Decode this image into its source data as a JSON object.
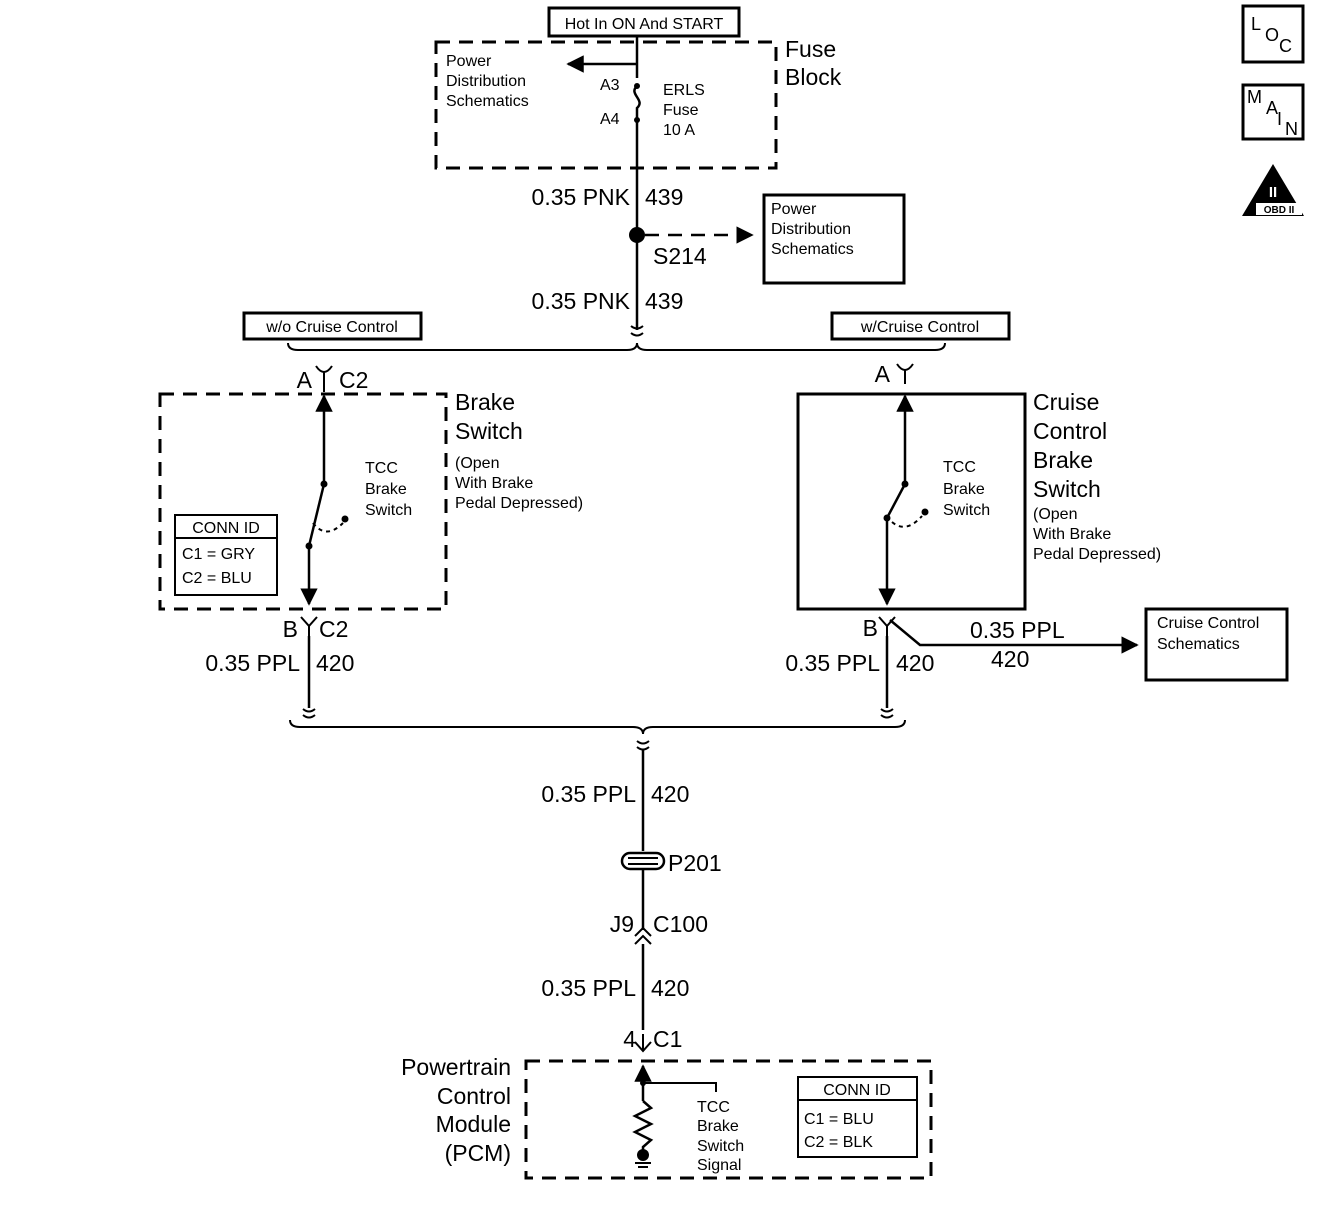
{
  "header": {
    "hot_label": "Hot In ON And START"
  },
  "fuse_block": {
    "title_line1": "Fuse",
    "title_line2": "Block",
    "pd_line1": "Power",
    "pd_line2": "Distribution",
    "pd_line3": "Schematics",
    "pin_a3": "A3",
    "pin_a4": "A4",
    "fuse_line1": "ERLS",
    "fuse_line2": "Fuse",
    "fuse_line3": "10 A"
  },
  "wire_top_1": {
    "size_color": "0.35 PNK",
    "circuit": "439"
  },
  "splice": {
    "name": "S214"
  },
  "pd_box": {
    "line1": "Power",
    "line2": "Distribution",
    "line3": "Schematics"
  },
  "wire_top_2": {
    "size_color": "0.35 PNK",
    "circuit": "439"
  },
  "variants": {
    "left": "w/o Cruise Control",
    "right": "w/Cruise Control"
  },
  "brake_switch": {
    "pin_top": "A",
    "conn_top": "C2",
    "title_line1": "Brake",
    "title_line2": "Switch",
    "note_line1": "(Open",
    "note_line2": "With Brake",
    "note_line3": "Pedal Depressed)",
    "tcc_line1": "TCC",
    "tcc_line2": "Brake",
    "tcc_line3": "Switch",
    "conn_id_title": "CONN ID",
    "conn_id_c1": "C1 = GRY",
    "conn_id_c2": "C2 = BLU",
    "pin_bottom": "B",
    "conn_bottom": "C2",
    "wire_size_color": "0.35 PPL",
    "wire_circuit": "420"
  },
  "cruise_switch": {
    "pin_top": "A",
    "title_line1": "Cruise",
    "title_line2": "Control",
    "title_line3": "Brake",
    "title_line4": "Switch",
    "note_line1": "(Open",
    "note_line2": "With Brake",
    "note_line3": "Pedal Depressed)",
    "tcc_line1": "TCC",
    "tcc_line2": "Brake",
    "tcc_line3": "Switch",
    "pin_bottom": "B",
    "wire_size_color": "0.35 PPL",
    "wire_circuit": "420",
    "branch_size_color": "0.35 PPL",
    "branch_circuit": "420",
    "cc_box_line1": "Cruise Control",
    "cc_box_line2": "Schematics"
  },
  "wire_mid": {
    "size_color": "0.35 PPL",
    "circuit": "420"
  },
  "passthrough": {
    "name": "P201"
  },
  "connector_c100": {
    "pin": "J9",
    "name": "C100"
  },
  "wire_low": {
    "size_color": "0.35 PPL",
    "circuit": "420"
  },
  "pcm": {
    "pin": "4",
    "conn": "C1",
    "title_line1": "Powertrain",
    "title_line2": "Control",
    "title_line3": "Module",
    "title_line4": "(PCM)",
    "signal_line1": "TCC",
    "signal_line2": "Brake",
    "signal_line3": "Switch",
    "signal_line4": "Signal",
    "conn_id_title": "CONN ID",
    "conn_id_c1": "C1 = BLU",
    "conn_id_c2": "C2 = BLK"
  },
  "nav_icons": {
    "loc": {
      "l": "L",
      "o": "O",
      "c": "C"
    },
    "main": {
      "m": "M",
      "a": "A",
      "i": "I",
      "n": "N"
    },
    "obd": {
      "numeral": "II",
      "label": "OBD II"
    }
  }
}
